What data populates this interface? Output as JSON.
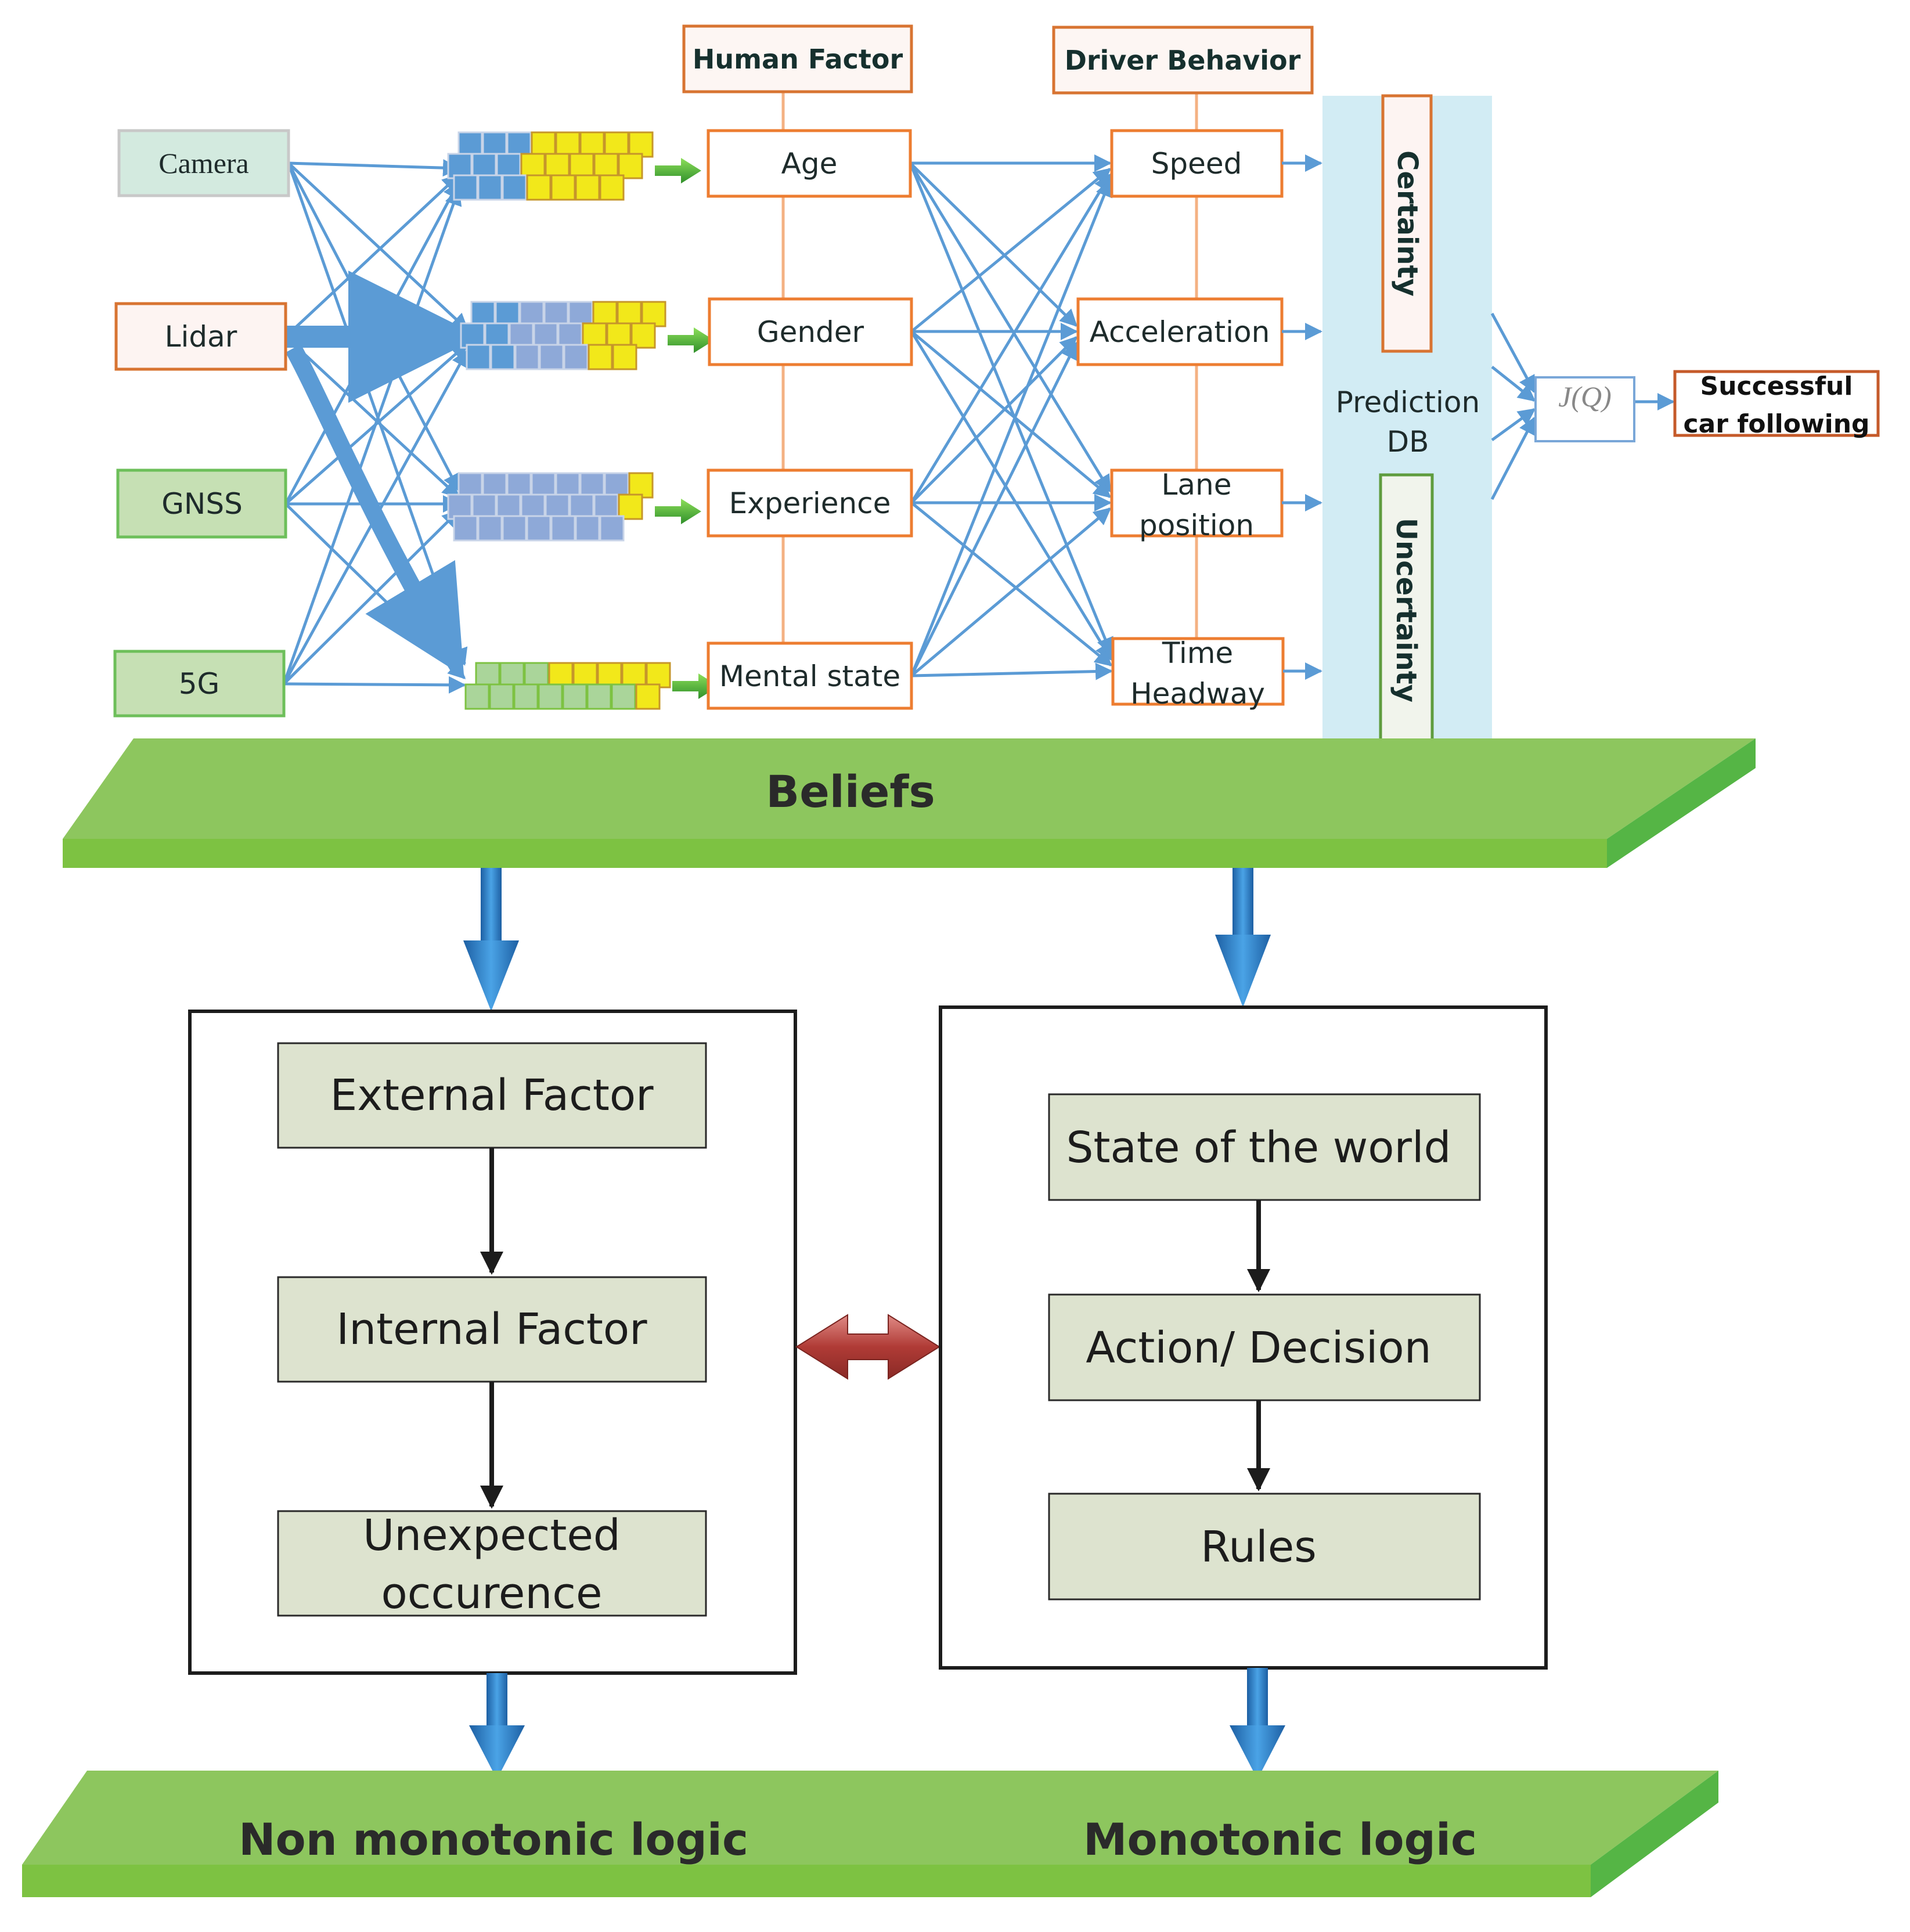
{
  "sensors": [
    {
      "id": "camera",
      "label": "Camera",
      "fill": "#d3eadf",
      "stroke": "#c8c8c8",
      "font": "serif"
    },
    {
      "id": "lidar",
      "label": "Lidar",
      "fill": "#fdf4f2",
      "stroke": "#d87432",
      "font": "sans"
    },
    {
      "id": "gnss",
      "label": "GNSS",
      "fill": "#c6e0b4",
      "stroke": "#6dbf5a",
      "font": "sans"
    },
    {
      "id": "5g",
      "label": "5G",
      "fill": "#c6e0b4",
      "stroke": "#6dbf5a",
      "font": "sans"
    }
  ],
  "human_factor": {
    "title": "Human Factor",
    "items": [
      "Age",
      "Gender",
      "Experience",
      "Mental state"
    ]
  },
  "driver_behavior": {
    "title": "Driver Behavior",
    "items": [
      "Speed",
      "Acceleration",
      "Lane position",
      "Time Headway"
    ]
  },
  "prediction_db": {
    "label_line1": "Prediction",
    "label_line2": "DB",
    "certainty": "Certainty",
    "uncertainty": "Uncertainty"
  },
  "objective": {
    "label": "J(Q)"
  },
  "outcome": {
    "line1": "Successful",
    "line2": "car following"
  },
  "beliefs": {
    "label": "Beliefs"
  },
  "non_monotonic_panel": {
    "steps": [
      "External Factor",
      "Internal Factor",
      "Unexpected occurence"
    ]
  },
  "monotonic_panel": {
    "steps": [
      "State of the world",
      "Action/ Decision",
      "Rules"
    ]
  },
  "logic_layer": {
    "left_label": "Non monotonic logic",
    "right_label": "Monotonic logic"
  },
  "colors": {
    "edge_blue": "#5b9bd5",
    "orange_border": "#ed7d31",
    "slab_top": "#8dc65e",
    "slab_front": "#7dc242",
    "slab_side": "#55b545",
    "step_fill": "#dde3cf",
    "db_fill": "#d2ecf4",
    "queue_yellow": "#f2e81a",
    "queue_blue": "#5b9bd5",
    "queue_lavender": "#8ea9d8",
    "queue_green": "#aad59a",
    "bidir_arrow": "#c0504d"
  }
}
